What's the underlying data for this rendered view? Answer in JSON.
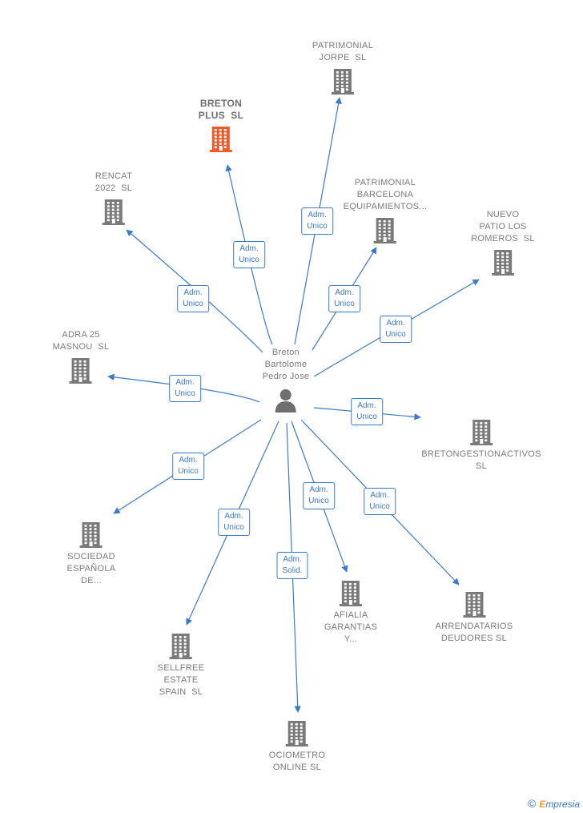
{
  "center": {
    "label": "Breton\nBartolome\nPedro Jose"
  },
  "companies": [
    {
      "id": "patrimonial-jorpe",
      "label": "PATRIMONIAL\nJORPE  SL",
      "highlight": false
    },
    {
      "id": "breton-plus",
      "label": "BRETON\nPLUS  SL",
      "highlight": true
    },
    {
      "id": "rencat-2022",
      "label": "RENCAT\n2022  SL",
      "highlight": false
    },
    {
      "id": "patrimonial-barcelona",
      "label": "PATRIMONIAL\nBARCELONA\nEQUIPAMIENTOS...",
      "highlight": false
    },
    {
      "id": "nuevo-patio",
      "label": "NUEVO\nPATIO LOS\nROMEROS  SL",
      "highlight": false
    },
    {
      "id": "adra-25",
      "label": "ADRA 25\nMASNOU  SL",
      "highlight": false
    },
    {
      "id": "bretongestion",
      "label": "BRETONGESTIONACTIVOS\nSL",
      "highlight": false
    },
    {
      "id": "sociedad-espanola",
      "label": "SOCIEDAD\nESPAÑOLA\nDE...",
      "highlight": false
    },
    {
      "id": "sellfree",
      "label": "SELLFREE\nESTATE\nSPAIN  SL",
      "highlight": false
    },
    {
      "id": "ociometro",
      "label": "OCIOMETRO\nONLINE SL",
      "highlight": false
    },
    {
      "id": "afialia",
      "label": "AFIALIA\nGARANTIAS\nY...",
      "highlight": false
    },
    {
      "id": "arrendatarios",
      "label": "ARRENDATARIOS\nDEUDORES SL",
      "highlight": false
    }
  ],
  "relations": [
    {
      "to": "patrimonial-jorpe",
      "label": "Adm.\nUnico"
    },
    {
      "to": "breton-plus",
      "label": "Adm.\nUnico"
    },
    {
      "to": "rencat-2022",
      "label": "Adm.\nUnico"
    },
    {
      "to": "patrimonial-barcelona",
      "label": "Adm.\nUnico"
    },
    {
      "to": "nuevo-patio",
      "label": "Adm.\nUnico"
    },
    {
      "to": "adra-25",
      "label": "Adm.\nUnico"
    },
    {
      "to": "bretongestion",
      "label": "Adm.\nUnico"
    },
    {
      "to": "sociedad-espanola",
      "label": "Adm.\nUnico"
    },
    {
      "to": "sellfree",
      "label": "Adm.\nUnico"
    },
    {
      "to": "ociometro",
      "label": "Adm.\nSolid."
    },
    {
      "to": "afialia",
      "label": "Adm.\nUnico"
    },
    {
      "to": "arrendatarios",
      "label": "Adm.\nUnico"
    }
  ],
  "colors": {
    "edge": "#3a7ac8",
    "building": "#7a7a7a",
    "highlight": "#f05a28",
    "person": "#6e6e6e"
  },
  "footer": {
    "copyright": "©",
    "brand_first": "E",
    "brand_rest": "mpresia"
  }
}
